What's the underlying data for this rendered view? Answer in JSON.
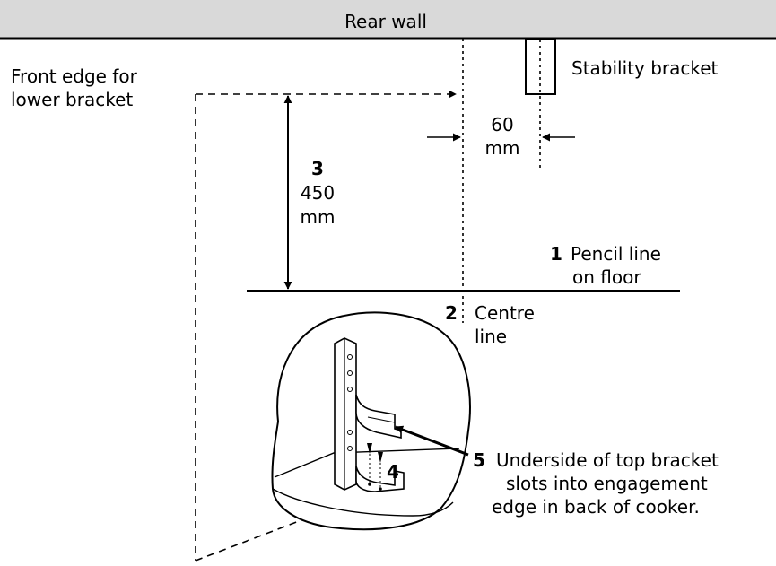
{
  "wall": {
    "label": "Rear wall"
  },
  "labels": {
    "front_edge_line1": "Front edge for",
    "front_edge_line2": "lower bracket",
    "stability_bracket": "Stability bracket",
    "offset_value": "60",
    "offset_unit": "mm",
    "height_number": "3",
    "height_value": "450",
    "height_unit": "mm",
    "pencil_number": "1",
    "pencil_line1": "Pencil line",
    "pencil_line2": "on floor",
    "centre_number": "2",
    "centre_line1": "Centre",
    "centre_line2": "line",
    "bracket_number": "4",
    "underside_number": "5",
    "underside_line1": "Underside of top bracket",
    "underside_line2": "slots into engagement",
    "underside_line3": "edge in back of cooker."
  },
  "colors": {
    "ink": "#000000",
    "wall_fill": "#d9d9d9",
    "paper": "#ffffff"
  }
}
